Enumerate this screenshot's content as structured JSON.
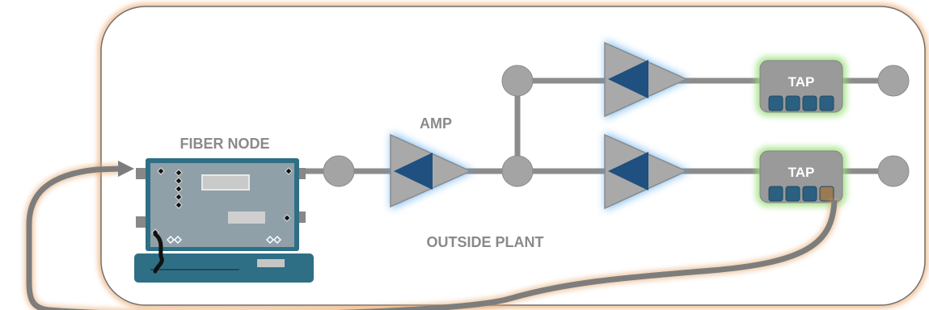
{
  "labels": {
    "fiber_node": "FIBER NODE",
    "amp": "AMP",
    "outside_plant": "OUTSIDE PLANT",
    "tap_top": "TAP",
    "tap_bottom": "TAP"
  },
  "colors": {
    "plant_border": "#f0b98c",
    "cable": "#8c8c8c",
    "amp_glow": "#4aa3f0",
    "amp_fill": "#a9a9a9",
    "amp_inner": "#1f5080",
    "tap_fill": "#9a9a9a",
    "tap_glow": "#9be07a",
    "tap_port": "#2b6080",
    "node_frame": "#2e6f85",
    "node_panel": "#8fa0a9",
    "loop_cable": "#7d7d7d",
    "loop_glow": "#e8a870"
  }
}
